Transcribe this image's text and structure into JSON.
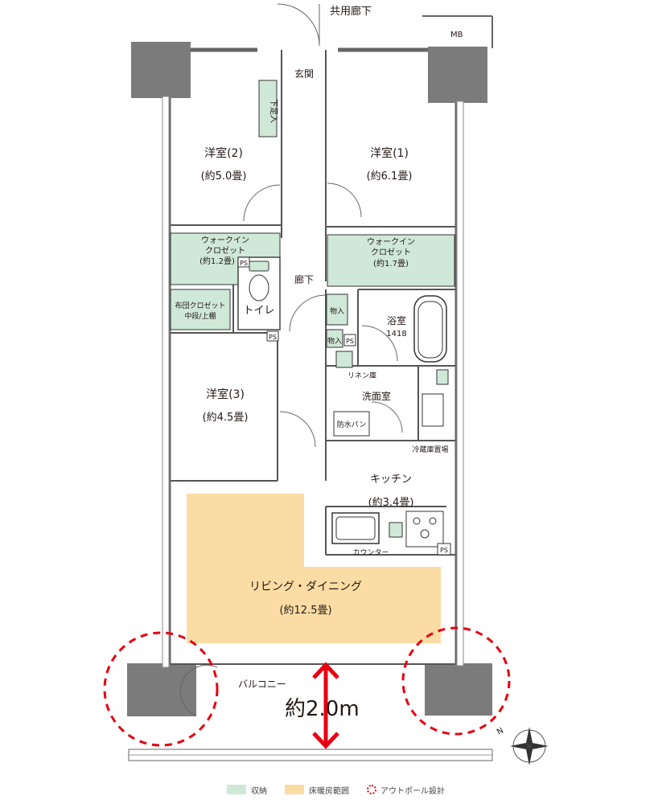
{
  "plan": {
    "corridor": "共用廊下",
    "meter_box": "MB",
    "entrance": "玄関",
    "shoe_box": "下足入",
    "rooms": {
      "western2": {
        "name": "洋室(2)",
        "size": "(約5.0畳)"
      },
      "western1": {
        "name": "洋室(1)",
        "size": "(約6.1畳)"
      },
      "western3": {
        "name": "洋室(3)",
        "size": "(約4.5畳)"
      },
      "kitchen": {
        "name": "キッチン",
        "size": "(約3.4畳)"
      },
      "living": {
        "name": "リビング・ダイニング",
        "size": "(約12.5畳)"
      }
    },
    "wic_left": {
      "l1": "ウォークイン",
      "l2": "クロゼット",
      "l3": "(約1.2畳)"
    },
    "wic_right": {
      "l1": "ウォークイン",
      "l2": "クロゼット",
      "l3": "(約1.7畳)"
    },
    "futon": {
      "l1": "布団クロゼット",
      "l2": "中段/上棚"
    },
    "hallway": "廊下",
    "toilet": "トイレ",
    "storage1": "物入",
    "storage2": "物入",
    "bath": {
      "name": "浴室",
      "code": "1418"
    },
    "linen": "リネン庫",
    "washroom": "洗面室",
    "waterpan": "防水パン",
    "fridge": "冷蔵庫置場",
    "counter": "カウンター",
    "ps": "PS",
    "balcony": "バルコニー",
    "depth": "約2.0m",
    "north": "N"
  },
  "legend": {
    "storage": "収納",
    "heating": "床暖房範囲",
    "outpole": "アウトポール設計"
  },
  "colors": {
    "storage_fill": "#cfe8d7",
    "heating_fill": "#fbdca4",
    "pillar": "#7b7b7b",
    "red": "#e60012"
  }
}
